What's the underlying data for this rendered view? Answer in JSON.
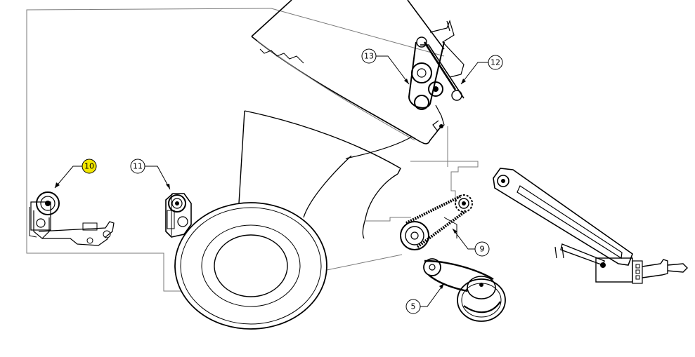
{
  "diagram": {
    "highlight_color": "#f2e600",
    "line_color": "#000000",
    "frame_color": "#7a7a7a",
    "callouts": [
      {
        "id": "c10",
        "label": "10",
        "highlighted": true
      },
      {
        "id": "c11",
        "label": "11",
        "highlighted": false
      },
      {
        "id": "c13",
        "label": "13",
        "highlighted": false
      },
      {
        "id": "c12",
        "label": "12",
        "highlighted": false
      },
      {
        "id": "c9",
        "label": "9",
        "highlighted": false
      },
      {
        "id": "c5",
        "label": "5",
        "highlighted": false
      }
    ]
  }
}
